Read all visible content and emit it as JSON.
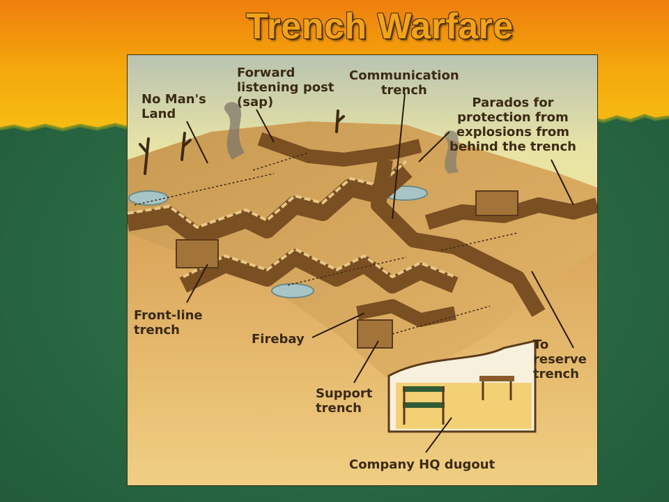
{
  "slide": {
    "title": "Trench Warfare",
    "colors": {
      "title": "#f3a316",
      "background_top": "#f2a40c",
      "background_bottom": "#2b6a44",
      "label_text": "#3b2a14"
    }
  },
  "diagram": {
    "labels": {
      "no_mans_land": "No Man's\nLand",
      "forward_listening_post": "Forward\nlistening post\n(sap)",
      "communication_trench": "Communication\ntrench",
      "parados": "Parados for\nprotection from\nexplosions from\nbehind the trench",
      "front_line_trench": "Front-line\ntrench",
      "firebay": "Firebay",
      "support_trench": "Support\ntrench",
      "to_reserve_trench": "To\nreserve\ntrench",
      "company_hq_dugout": "Company HQ dugout"
    }
  }
}
